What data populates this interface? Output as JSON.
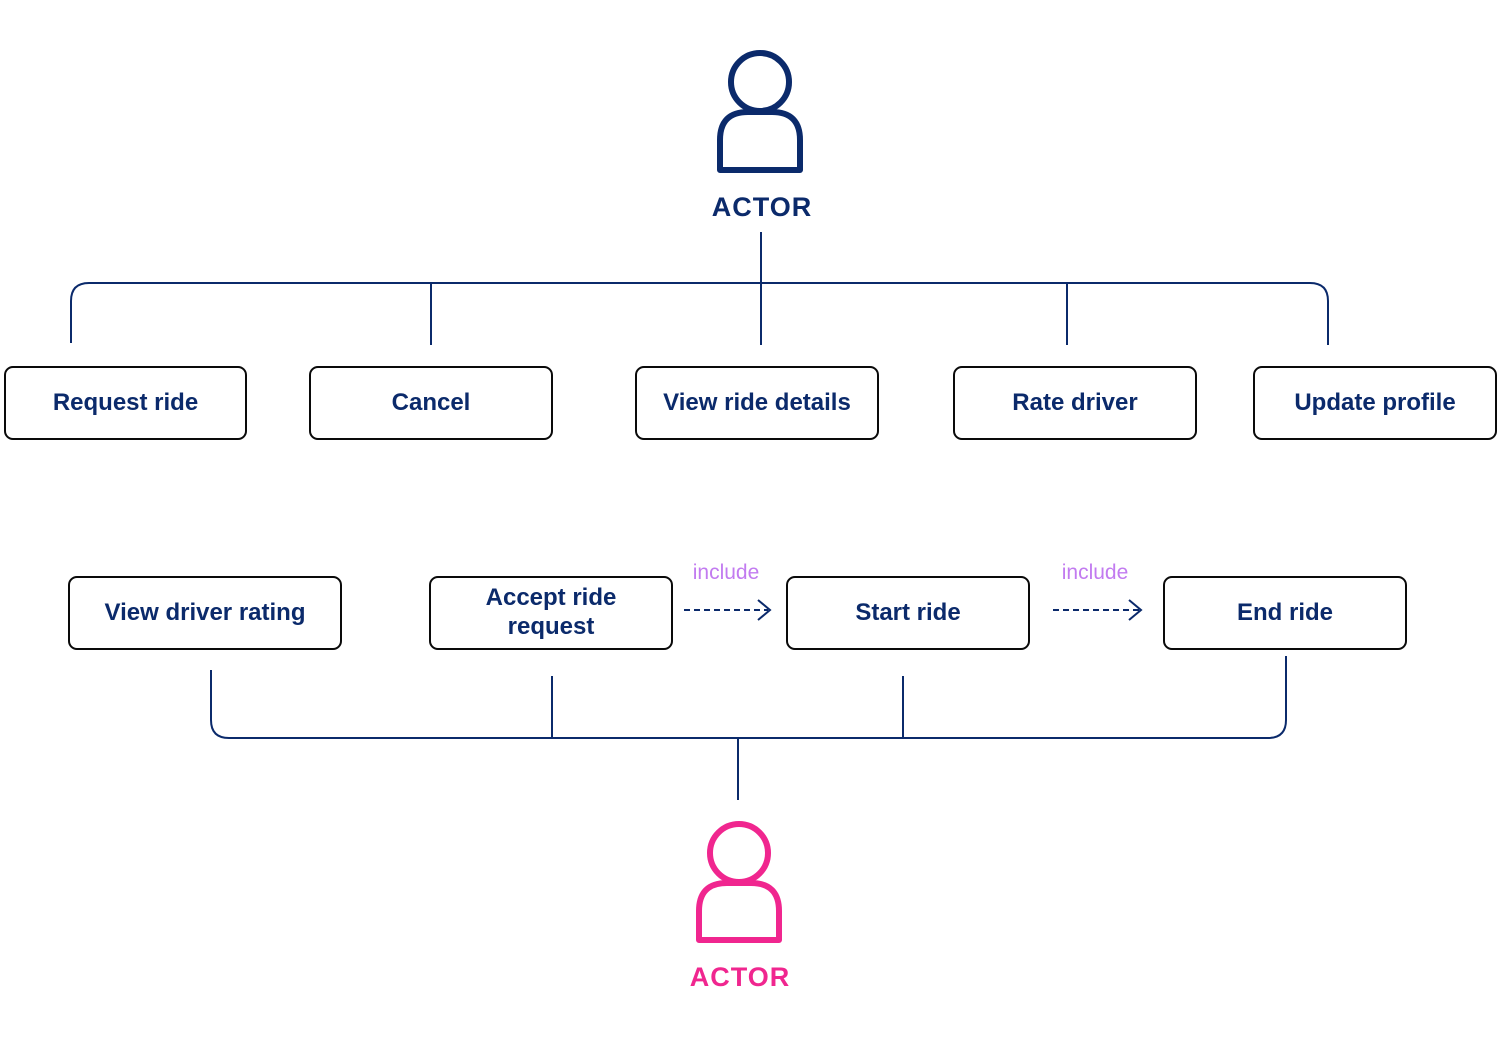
{
  "colors": {
    "top_actor": "#0b2a6b",
    "bottom_actor": "#f0268f",
    "connector": "#0b2a6b",
    "include_label": "#c27bf0",
    "box_border": "#0a0a0a"
  },
  "top_actor": {
    "label": "ACTOR",
    "icon": "person-icon"
  },
  "bottom_actor": {
    "label": "ACTOR",
    "icon": "person-icon"
  },
  "top_use_cases": [
    "Request ride",
    "Cancel",
    "View ride details",
    "Rate driver",
    "Update profile"
  ],
  "bottom_use_cases": [
    "View driver rating",
    "Accept ride request",
    "Start ride",
    "End ride"
  ],
  "relations": [
    {
      "from": "Accept ride request",
      "to": "Start ride",
      "label": "include"
    },
    {
      "from": "Start ride",
      "to": "End ride",
      "label": "include"
    }
  ]
}
